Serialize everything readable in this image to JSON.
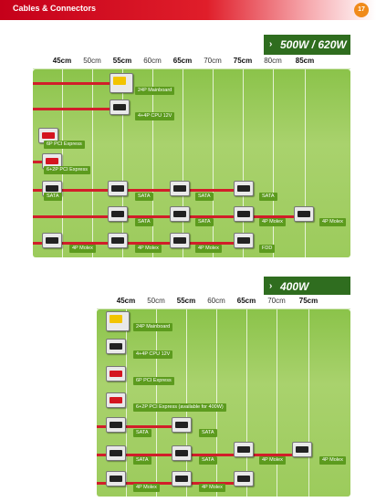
{
  "header": {
    "title": "Cables & Connectors",
    "page_number": "17"
  },
  "section1": {
    "tab_label": "500W / 620W",
    "lengths": [
      "45cm",
      "50cm",
      "55cm",
      "60cm",
      "65cm",
      "70cm",
      "75cm",
      "80cm",
      "85cm"
    ],
    "labels": {
      "mainboard": "24P Mainboard",
      "cpu": "4+4P CPU 12V",
      "pci6": "6P PCI Express",
      "pci62": "6+2P PCI Express",
      "sata_a1": "SATA",
      "sata_a2": "SATA",
      "sata_a3": "SATA",
      "sata_a4": "SATA",
      "sata_b1": "SATA",
      "sata_b2": "SATA",
      "molex_b3": "4P Molex",
      "molex_b4": "4P Molex",
      "molex_c1": "4P Molex",
      "molex_c2": "4P Molex",
      "molex_c3": "4P Molex",
      "fdd": "FDD"
    }
  },
  "section2": {
    "tab_label": "400W",
    "lengths": [
      "45cm",
      "50cm",
      "55cm",
      "60cm",
      "65cm",
      "70cm",
      "75cm"
    ],
    "labels": {
      "mainboard": "24P Mainboard",
      "cpu": "4+4P CPU 12V",
      "pci6": "6P PCI Express",
      "pci62": "6+2P PCI Express (available for 400W)",
      "sata_a1": "SATA",
      "sata_a2": "SATA",
      "sata_b1": "SATA",
      "sata_b2": "SATA",
      "molex_b3": "4P Molex",
      "molex_b4": "4P Molex",
      "molex_c1": "4P Molex",
      "molex_c2": "4P Molex"
    }
  },
  "colors": {
    "header_red": "#d0101e",
    "tab_green": "#2f6d1f",
    "board_green": "#9ccb5c",
    "cable_red": "#d11e2a",
    "label_green": "#5c9b1e"
  }
}
